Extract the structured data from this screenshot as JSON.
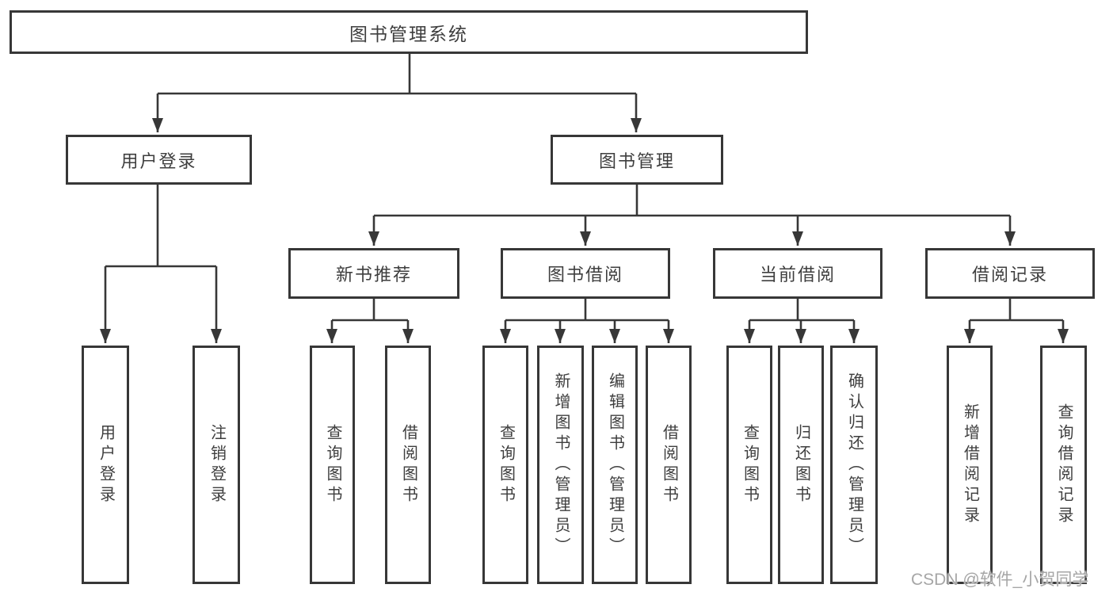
{
  "nodes": {
    "root": "图书管理系统",
    "user_login": "用户登录",
    "book_mgmt": "图书管理",
    "new_book_rec": "新书推荐",
    "book_borrow": "图书借阅",
    "current_borrow": "当前借阅",
    "borrow_records": "借阅记录",
    "leaf_user_login": "用户登录",
    "leaf_logout": "注销登录",
    "leaf_query_book_1": "查询图书",
    "leaf_borrow_book_1": "借阅图书",
    "leaf_query_book_2": "查询图书",
    "leaf_add_book": "新增图书（管理员）",
    "leaf_edit_book": "编辑图书（管理员）",
    "leaf_borrow_book_2": "借阅图书",
    "leaf_query_book_3": "查询图书",
    "leaf_return_book": "归还图书",
    "leaf_confirm_return": "确认归还（管理员）",
    "leaf_add_record": "新增借阅记录",
    "leaf_query_record": "查询借阅记录"
  },
  "watermark": "CSDN @软件_小贺同学",
  "colors": {
    "line": "#373737",
    "text": "#3e3e3e",
    "watermark": "#a6a6a6",
    "background": "#ffffff"
  }
}
